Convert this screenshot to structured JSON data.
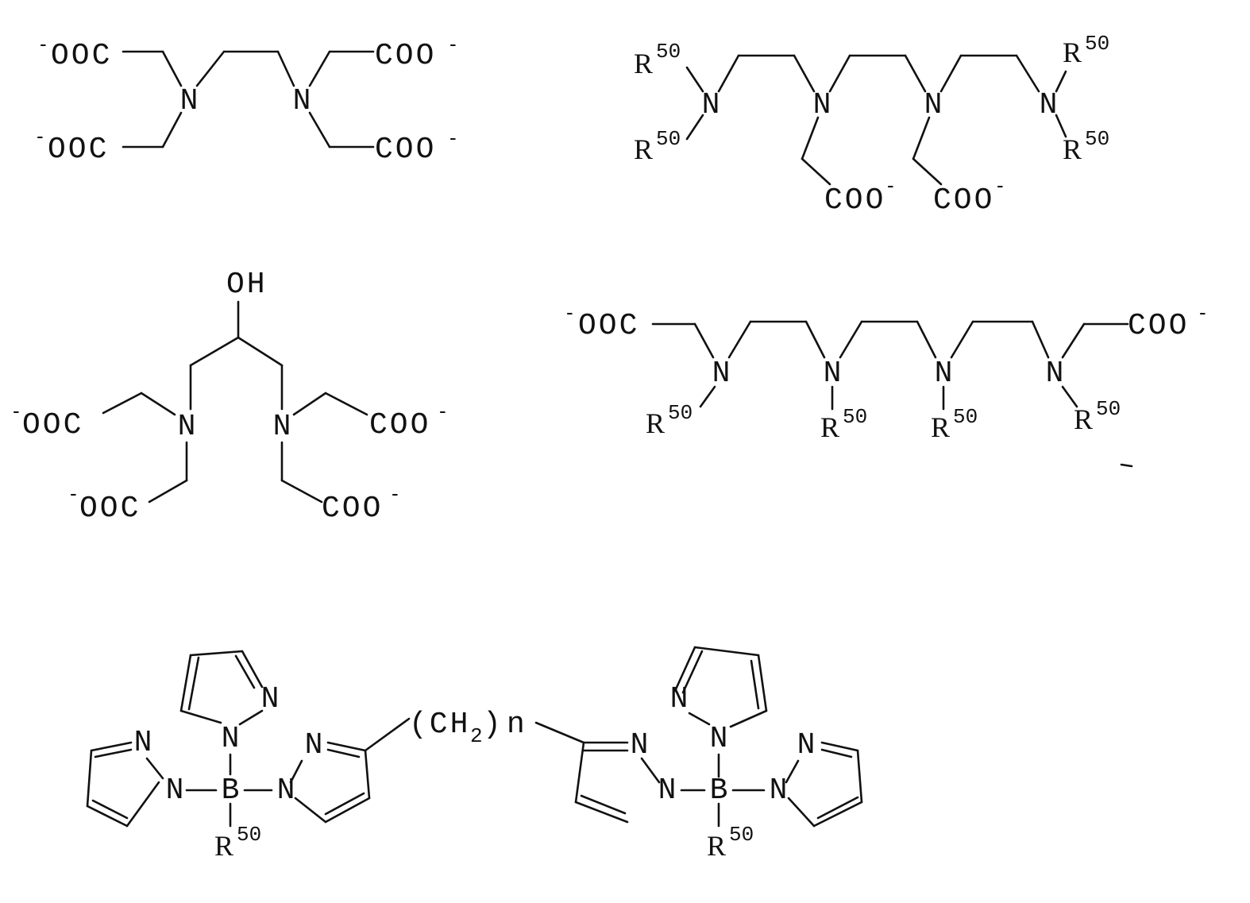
{
  "diagram": {
    "structures": [
      {
        "labels": [
          "-",
          "OOC",
          "N",
          "N",
          "COO",
          "-",
          "-",
          "OOC",
          "COO",
          "-"
        ]
      },
      {
        "labels": [
          "R",
          "50",
          "N",
          "N",
          "N",
          "N",
          "R",
          "50",
          "R",
          "50",
          "R",
          "50",
          "COO",
          "-",
          "COO",
          "-"
        ]
      },
      {
        "labels": [
          "OH",
          "-",
          "OOC",
          "N",
          "N",
          "COO",
          "-",
          "-",
          "OOC",
          "COO",
          "-"
        ]
      },
      {
        "labels": [
          "-",
          "OOC",
          "N",
          "N",
          "N",
          "N",
          "COO",
          "-",
          "R",
          "50",
          "R",
          "50",
          "R",
          "50",
          "R",
          "50"
        ]
      },
      {
        "labels": [
          "N",
          "N",
          "N",
          "N",
          "B",
          "N",
          "N",
          "R",
          "50",
          "(CH",
          "2",
          ")",
          "n",
          "N",
          "N",
          "B",
          "N",
          "N",
          "N",
          "N",
          "R",
          "50"
        ]
      }
    ],
    "ink_color": "#111111"
  }
}
